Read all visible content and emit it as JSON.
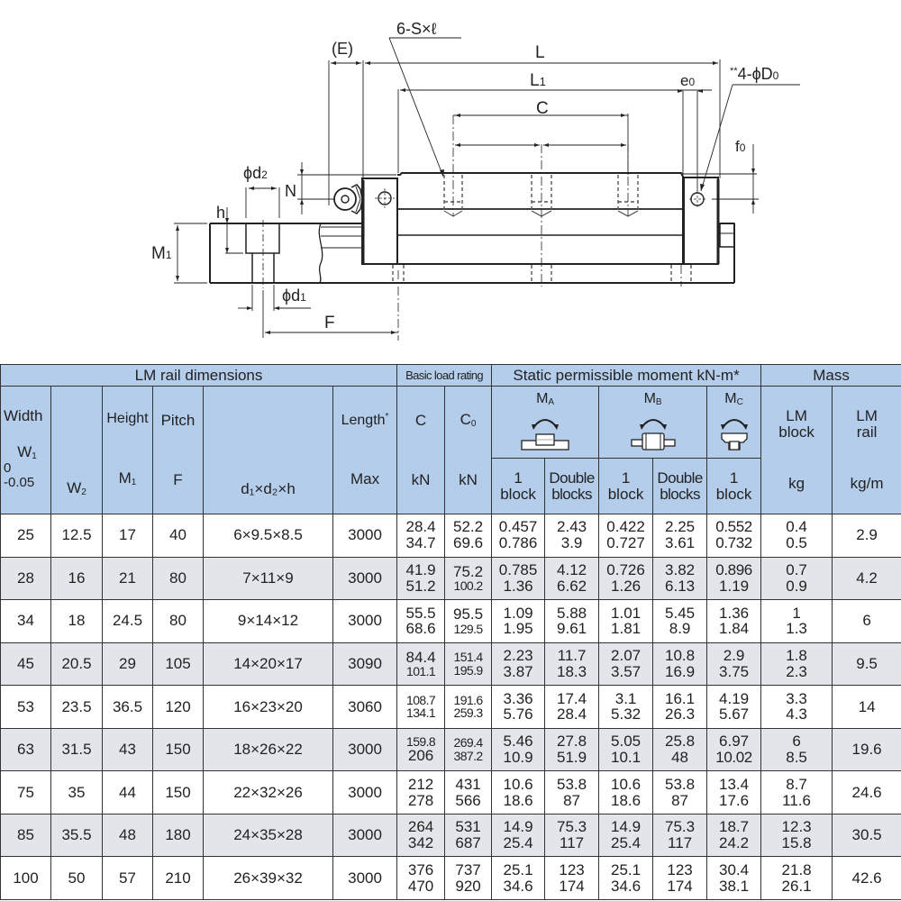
{
  "drawing": {
    "labels": {
      "E": "(E)",
      "tap": "6-S×ℓ",
      "L": "L",
      "L1": "L1",
      "C": "C",
      "e0": "e0",
      "D0": "**4-ϕD0",
      "f0": "f0",
      "d2": "ϕd2",
      "N": "N",
      "h": "h",
      "M1": "M1",
      "d1": "ϕd1",
      "F": "F"
    }
  },
  "table": {
    "group_headers": {
      "rail_dimensions": "LM rail dimensions",
      "basic_load_rating": "Basic load rating",
      "static_moment": "Static permissible moment kN-m*",
      "mass": "Mass"
    },
    "columns": {
      "width": "Width",
      "w1": "W",
      "w1_sub": "1",
      "w1_tol_upper": "0",
      "w1_tol_lower": "-0.05",
      "w2": "W",
      "w2_sub": "2",
      "height": "Height",
      "m1": "M",
      "m1_sub": "1",
      "pitch": "Pitch",
      "f": "F",
      "bolt": "d₁×d₂×h",
      "length": "Length",
      "length_mark": "*",
      "length_unit": "Max",
      "c": "C",
      "c_unit": "kN",
      "c0": "C",
      "c0_sub": "0",
      "c0_unit": "kN",
      "ma": "M",
      "ma_sub": "A",
      "mb": "M",
      "mb_sub": "B",
      "mc": "M",
      "mc_sub": "C",
      "one_block": "1",
      "block": "block",
      "double": "Double",
      "blocks": "blocks",
      "lm_block_1": "LM",
      "lm_block_2": "block",
      "lm_block_unit": "kg",
      "lm_rail_1": "LM",
      "lm_rail_2": "rail",
      "lm_rail_unit": "kg/m"
    },
    "rows": [
      {
        "w1": "25",
        "w2": "12.5",
        "m1": "17",
        "f": "40",
        "bolt": "6×9.5×8.5",
        "length": "3000",
        "c": [
          "28.4",
          "34.7"
        ],
        "c0": [
          "52.2",
          "69.6"
        ],
        "ma1": [
          "0.457",
          "0.786"
        ],
        "ma2": [
          "2.43",
          "3.9"
        ],
        "mb1": [
          "0.422",
          "0.727"
        ],
        "mb2": [
          "2.25",
          "3.61"
        ],
        "mc1": [
          "0.552",
          "0.732"
        ],
        "block": [
          "0.4",
          "0.5"
        ],
        "rail": "2.9"
      },
      {
        "w1": "28",
        "w2": "16",
        "m1": "21",
        "f": "80",
        "bolt": "7×11×9",
        "length": "3000",
        "c": [
          "41.9",
          "51.2"
        ],
        "c0": [
          "75.2",
          "100.2"
        ],
        "ma1": [
          "0.785",
          "1.36"
        ],
        "ma2": [
          "4.12",
          "6.62"
        ],
        "mb1": [
          "0.726",
          "1.26"
        ],
        "mb2": [
          "3.82",
          "6.13"
        ],
        "mc1": [
          "0.896",
          "1.19"
        ],
        "block": [
          "0.7",
          "0.9"
        ],
        "rail": "4.2"
      },
      {
        "w1": "34",
        "w2": "18",
        "m1": "24.5",
        "f": "80",
        "bolt": "9×14×12",
        "length": "3000",
        "c": [
          "55.5",
          "68.6"
        ],
        "c0": [
          "95.5",
          "129.5"
        ],
        "ma1": [
          "1.09",
          "1.95"
        ],
        "ma2": [
          "5.88",
          "9.61"
        ],
        "mb1": [
          "1.01",
          "1.81"
        ],
        "mb2": [
          "5.45",
          "8.9"
        ],
        "mc1": [
          "1.36",
          "1.84"
        ],
        "block": [
          "1",
          "1.3"
        ],
        "rail": "6"
      },
      {
        "w1": "45",
        "w2": "20.5",
        "m1": "29",
        "f": "105",
        "bolt": "14×20×17",
        "length": "3090",
        "c": [
          "84.4",
          "101.1"
        ],
        "c0": [
          "151.4",
          "195.9"
        ],
        "ma1": [
          "2.23",
          "3.87"
        ],
        "ma2": [
          "11.7",
          "18.3"
        ],
        "mb1": [
          "2.07",
          "3.57"
        ],
        "mb2": [
          "10.8",
          "16.9"
        ],
        "mc1": [
          "2.9",
          "3.75"
        ],
        "block": [
          "1.8",
          "2.3"
        ],
        "rail": "9.5"
      },
      {
        "w1": "53",
        "w2": "23.5",
        "m1": "36.5",
        "f": "120",
        "bolt": "16×23×20",
        "length": "3060",
        "c": [
          "108.7",
          "134.1"
        ],
        "c0": [
          "191.6",
          "259.3"
        ],
        "ma1": [
          "3.36",
          "5.76"
        ],
        "ma2": [
          "17.4",
          "28.4"
        ],
        "mb1": [
          "3.1",
          "5.32"
        ],
        "mb2": [
          "16.1",
          "26.3"
        ],
        "mc1": [
          "4.19",
          "5.67"
        ],
        "block": [
          "3.3",
          "4.3"
        ],
        "rail": "14"
      },
      {
        "w1": "63",
        "w2": "31.5",
        "m1": "43",
        "f": "150",
        "bolt": "18×26×22",
        "length": "3000",
        "c": [
          "159.8",
          "206"
        ],
        "c0": [
          "269.4",
          "387.2"
        ],
        "ma1": [
          "5.46",
          "10.9"
        ],
        "ma2": [
          "27.8",
          "51.9"
        ],
        "mb1": [
          "5.05",
          "10.1"
        ],
        "mb2": [
          "25.8",
          "48"
        ],
        "mc1": [
          "6.97",
          "10.02"
        ],
        "block": [
          "6",
          "8.5"
        ],
        "rail": "19.6"
      },
      {
        "w1": "75",
        "w2": "35",
        "m1": "44",
        "f": "150",
        "bolt": "22×32×26",
        "length": "3000",
        "c": [
          "212",
          "278"
        ],
        "c0": [
          "431",
          "566"
        ],
        "ma1": [
          "10.6",
          "18.6"
        ],
        "ma2": [
          "53.8",
          "87"
        ],
        "mb1": [
          "10.6",
          "18.6"
        ],
        "mb2": [
          "53.8",
          "87"
        ],
        "mc1": [
          "13.4",
          "17.6"
        ],
        "block": [
          "8.7",
          "11.6"
        ],
        "rail": "24.6"
      },
      {
        "w1": "85",
        "w2": "35.5",
        "m1": "48",
        "f": "180",
        "bolt": "24×35×28",
        "length": "3000",
        "c": [
          "264",
          "342"
        ],
        "c0": [
          "531",
          "687"
        ],
        "ma1": [
          "14.9",
          "25.4"
        ],
        "ma2": [
          "75.3",
          "117"
        ],
        "mb1": [
          "14.9",
          "25.4"
        ],
        "mb2": [
          "75.3",
          "117"
        ],
        "mc1": [
          "18.7",
          "24.2"
        ],
        "block": [
          "12.3",
          "15.8"
        ],
        "rail": "30.5"
      },
      {
        "w1": "100",
        "w2": "50",
        "m1": "57",
        "f": "210",
        "bolt": "26×39×32",
        "length": "3000",
        "c": [
          "376",
          "470"
        ],
        "c0": [
          "737",
          "920"
        ],
        "ma1": [
          "25.1",
          "34.6"
        ],
        "ma2": [
          "123",
          "174"
        ],
        "mb1": [
          "25.1",
          "34.6"
        ],
        "mb2": [
          "123",
          "174"
        ],
        "mc1": [
          "30.4",
          "38.1"
        ],
        "block": [
          "21.8",
          "26.1"
        ],
        "rail": "42.6"
      }
    ]
  },
  "colors": {
    "header_bg": "#b3cdeb",
    "row_alt_bg": "#e3e5ea",
    "row_bg": "#ffffff",
    "border": "#333333"
  }
}
